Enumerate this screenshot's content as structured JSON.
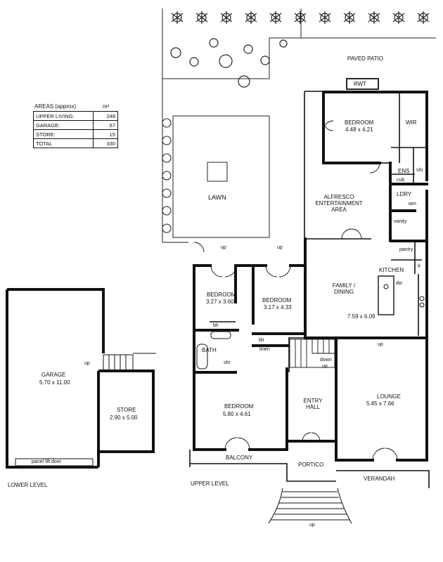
{
  "areas": {
    "header_label": "AREAS (approx)",
    "header_unit": "m²",
    "rows": [
      {
        "label": "UPPER LIVING:",
        "value": "248"
      },
      {
        "label": "GARAGE:",
        "value": "67"
      },
      {
        "label": "STORE:",
        "value": "15"
      }
    ],
    "total": {
      "label": "TOTAL",
      "value": "330"
    }
  },
  "labels": {
    "paved_patio": "PAVED PATIO",
    "rwt": "RWT",
    "bedroom1_name": "BEDROOM",
    "bedroom1_dim": "4.48 x 4.21",
    "wir": "WIR",
    "ens": "ENS",
    "shr": "shr",
    "cub": "cub",
    "ldry": "LDRY",
    "wm": "wm",
    "vanity": "vanity",
    "pantry": "pantry",
    "kitchen": "KITCHEN",
    "fr": "fr",
    "dw": "dw",
    "lawn": "LAWN",
    "alfresco": "ALFRESCO ENTERTAINMENT AREA",
    "up": "up",
    "down": "down",
    "bedroom2_name": "BEDROOM",
    "bedroom2_dim": "3.27 x 3.60",
    "bedroom3_name": "BEDROOM",
    "bedroom3_dim": "3.17 x 4.33",
    "family_name": "FAMILY / DINING",
    "family_dim": "7.59 x 6.09",
    "blr": "blr",
    "linen": "linen",
    "bath": "BATH",
    "entry_hall": "ENTRY HALL",
    "lounge_name": "LOUNGE",
    "lounge_dim": "5.45 x 7.66",
    "bedroom4_name": "BEDROOM",
    "bedroom4_dim": "5.80 x 4.61",
    "balcony": "BALCONY",
    "portico": "PORTICO",
    "verandah": "VERANDAH",
    "upper_level": "UPPER LEVEL",
    "garage_name": "GARAGE",
    "garage_dim": "5.70 x 11.00",
    "store_name": "STORE",
    "store_dim": "2.90 x 5.00",
    "panel_lift_door": "panel lift door",
    "lower_level": "LOWER LEVEL"
  }
}
